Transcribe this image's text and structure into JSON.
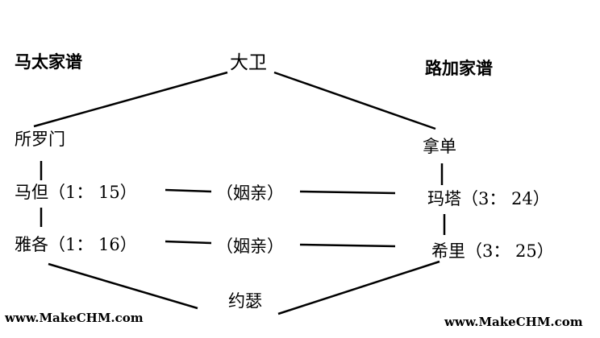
{
  "headings": {
    "matthew": "马太家谱",
    "luke": "路加家谱"
  },
  "nodes": {
    "david": "大卫",
    "solomon": "所罗门",
    "nathan": "拿单",
    "matthan": "马但（1： 15）",
    "matthat": "玛塔（3： 24）",
    "jacob": "雅各（1： 16）",
    "heli": "希里（3： 25）",
    "joseph": "约瑟",
    "in_law_1": "（姻亲）",
    "in_law_2": "（姻亲）"
  },
  "watermarks": {
    "left": "www.MakeCHM.com",
    "right": "www.MakeCHM.com"
  }
}
